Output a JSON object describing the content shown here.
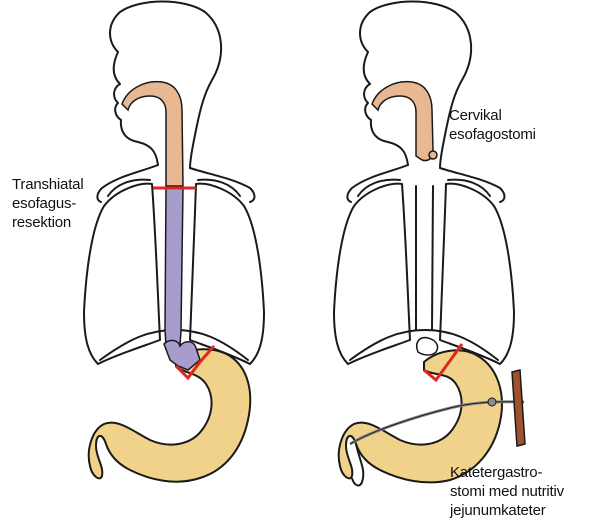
{
  "labels": {
    "transhiatal": [
      "Transhiatal",
      "esofagus-",
      "resektion"
    ],
    "cervikal": [
      "Cervikal",
      "esofagostomi"
    ],
    "katetergastrostomi": [
      "Katetergastro-",
      "stomi med nutritiv",
      "jejunumkateter"
    ]
  },
  "colors": {
    "outline": "#1a1a1a",
    "pharynx": "#e8b892",
    "esophagus": "#a89ccc",
    "stomach": "#f0d28a",
    "resection": "#e0271f",
    "catheter": "#a0522d",
    "tube": "#8c8c8c"
  }
}
